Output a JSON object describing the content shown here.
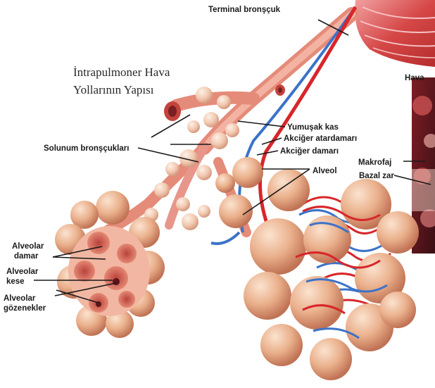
{
  "title_lines": [
    "İntrapulmoner Hava",
    "Yollarının Yapısı"
  ],
  "labels": {
    "terminal_bronchiole": "Terminal bronşçuk",
    "smooth_muscle": "Yumuşak kas",
    "pulmonary_artery": "Akciğer atardamarı",
    "pulmonary_vein": "Akciğer damarı",
    "respiratory_bronchioles": "Solunum bronşçukları",
    "alveolus": "Alveol",
    "macrophage": "Makrofaj",
    "basement_membrane": "Bazal zar",
    "alveolar_duct_1": "Alveolar",
    "alveolar_duct_2": "damar",
    "alveolar_sac_1": "Alveolar",
    "alveolar_sac_2": "kese",
    "alveolar_pores_1": "Alveolar",
    "alveolar_pores_2": "gözenekler",
    "inset_cut": "Hava"
  },
  "colors": {
    "alveolus": "#e9b18e",
    "alveolus_shadow": "#c9785a",
    "artery": "#d8262a",
    "vein": "#3b73c8",
    "muscle": "#cf4848",
    "background": "#ffffff"
  }
}
